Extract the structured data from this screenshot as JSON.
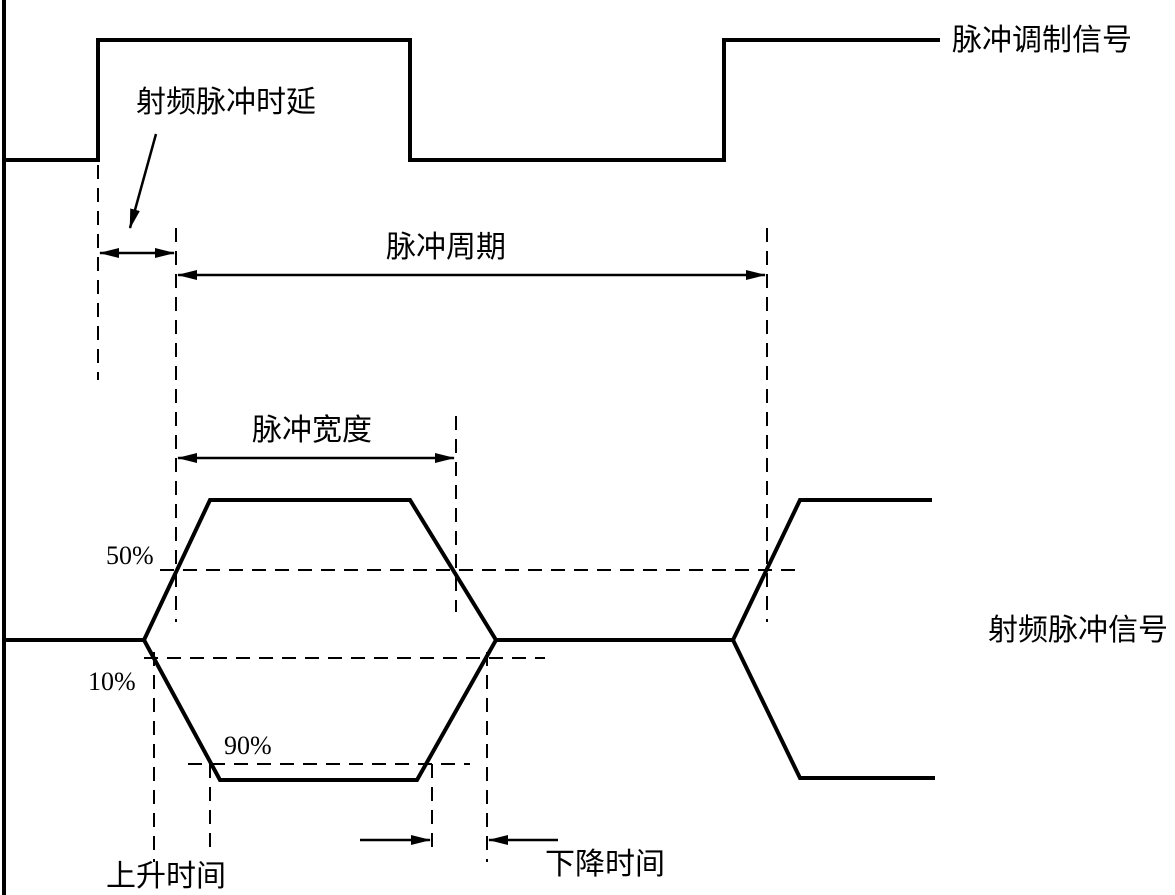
{
  "labels": {
    "pulse_modulation_signal": "脉冲调制信号",
    "rf_pulse_delay": "射频脉冲时延",
    "pulse_period": "脉冲周期",
    "pulse_width": "脉冲宽度",
    "rf_pulse_signal": "射频脉冲信号",
    "rise_time": "上升时间",
    "fall_time": "下降时间"
  },
  "levels": {
    "pct_50": "50%",
    "pct_10": "10%",
    "pct_90": "90%"
  }
}
